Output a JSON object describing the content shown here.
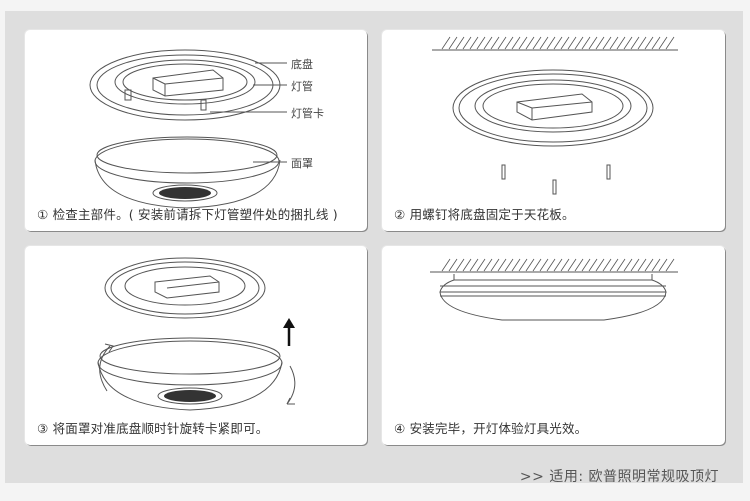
{
  "steps": [
    {
      "number": "①",
      "caption": "① 检查主部件。( 安装前请拆下灯管塑件处的捆扎线 )",
      "labels": [
        "底盘",
        "灯管",
        "灯管卡",
        "面罩"
      ],
      "illustration": "exploded-view-base-tube-cover"
    },
    {
      "number": "②",
      "caption": "② 用螺钉将底盘固定于天花板。",
      "illustration": "base-screwed-to-ceiling"
    },
    {
      "number": "③",
      "caption": "③ 将面罩对准底盘顺时针旋转卡紧即可。",
      "illustration": "rotate-cover-clockwise"
    },
    {
      "number": "④",
      "caption": "④ 安装完毕，开灯体验灯具光效。",
      "illustration": "installed-lamp-on-ceiling"
    }
  ],
  "footer": {
    "text": ">> 适用:  欧普照明常规吸顶灯"
  },
  "colors": {
    "background": "#dedede",
    "card": "#ffffff",
    "text": "#333333",
    "line_art": "#555555"
  }
}
